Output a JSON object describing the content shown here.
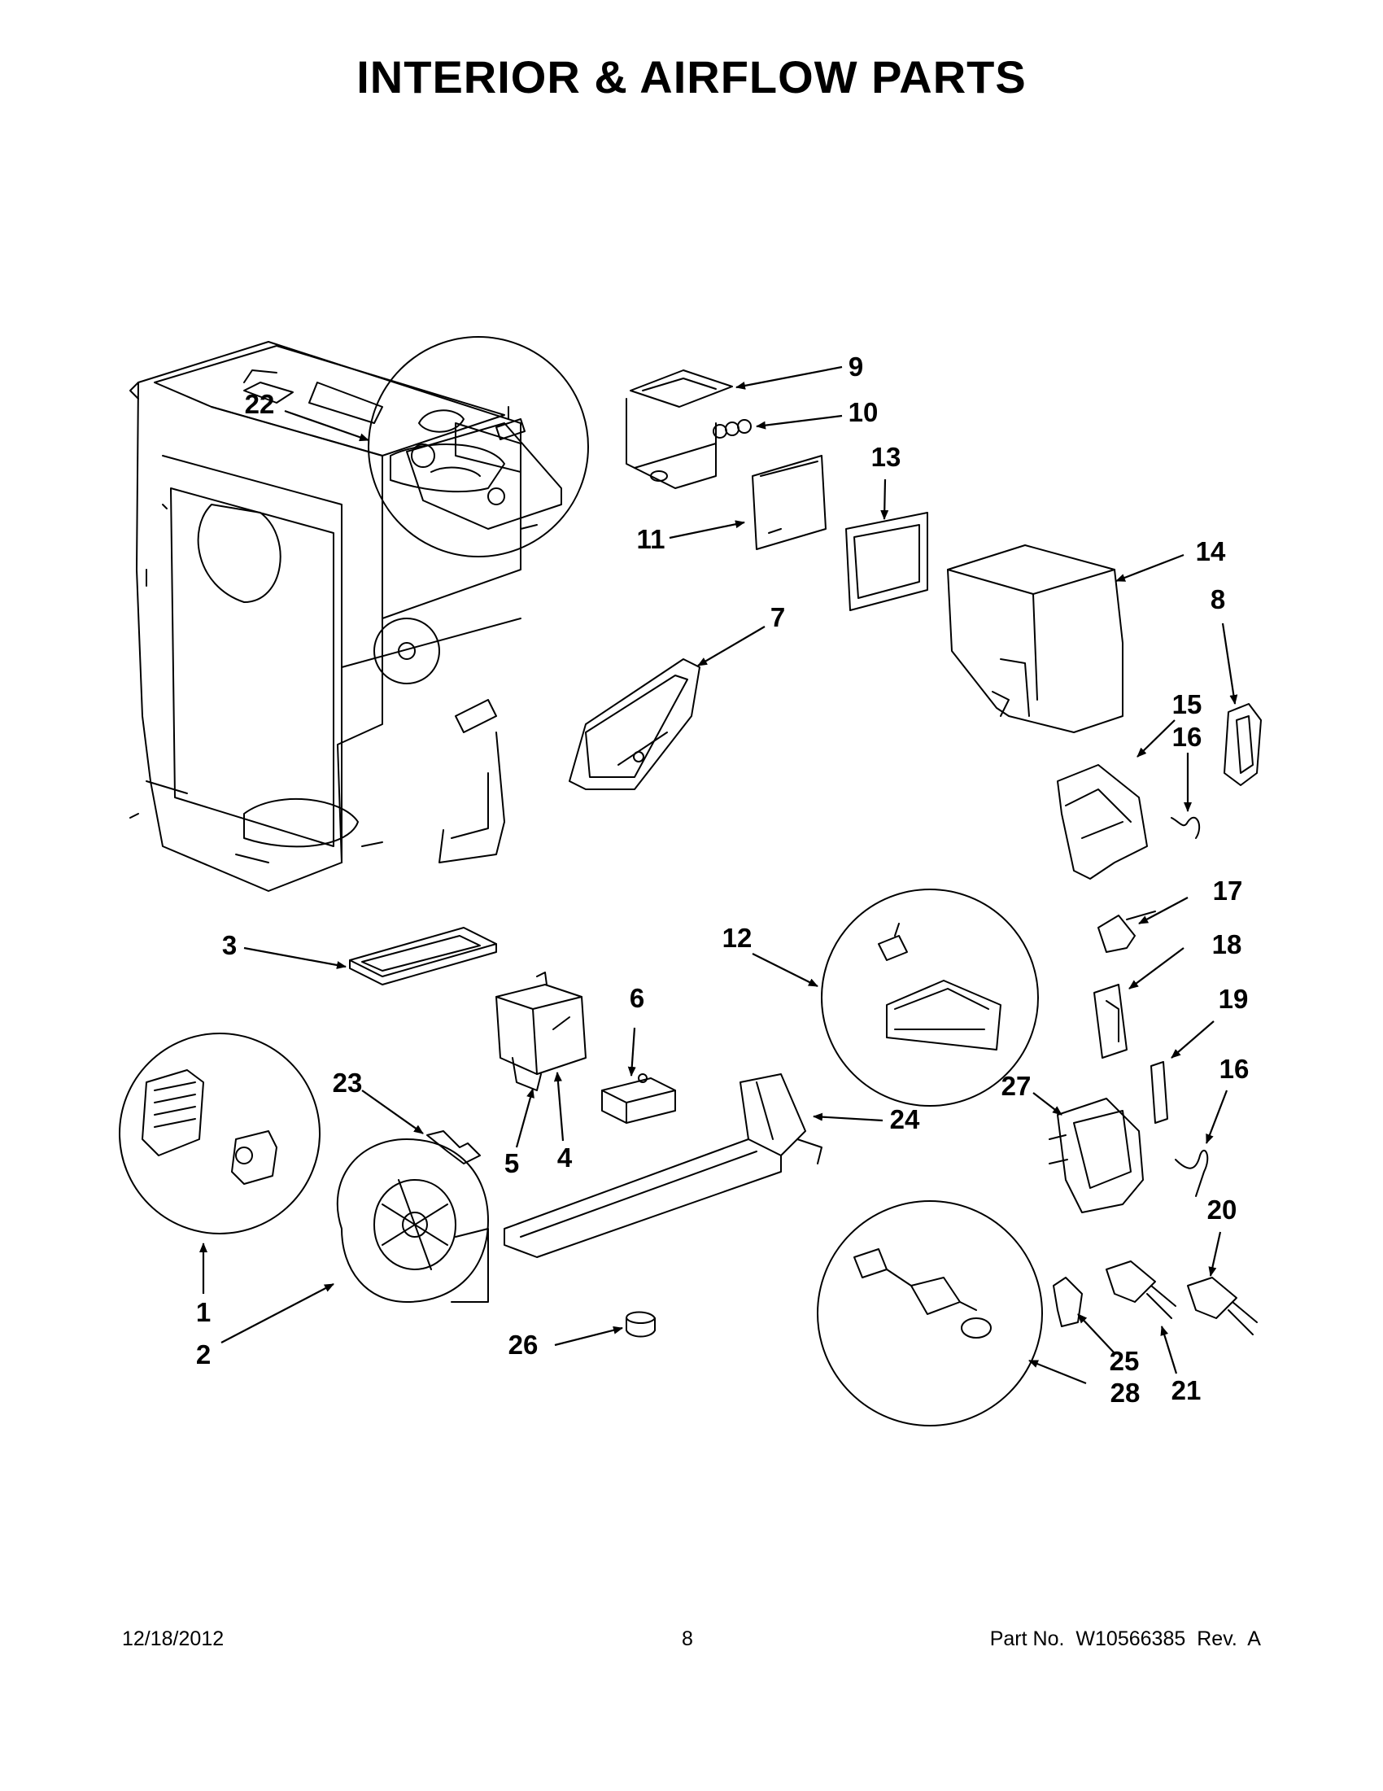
{
  "title": "INTERIOR & AIRFLOW PARTS",
  "callouts": {
    "c1": "1",
    "c2": "2",
    "c3": "3",
    "c4": "4",
    "c5": "5",
    "c6": "6",
    "c7": "7",
    "c8": "8",
    "c9": "9",
    "c10": "10",
    "c11": "11",
    "c12": "12",
    "c13": "13",
    "c14": "14",
    "c15": "15",
    "c16a": "16",
    "c16b": "16",
    "c17": "17",
    "c18": "18",
    "c19": "19",
    "c20": "20",
    "c21": "21",
    "c22": "22",
    "c23": "23",
    "c24": "24",
    "c25": "25",
    "c26": "26",
    "c27": "27",
    "c28": "28"
  },
  "footer": {
    "date": "12/18/2012",
    "page": "8",
    "part_label": "Part No.",
    "part_number": "W10566385",
    "rev": "Rev.  A"
  }
}
